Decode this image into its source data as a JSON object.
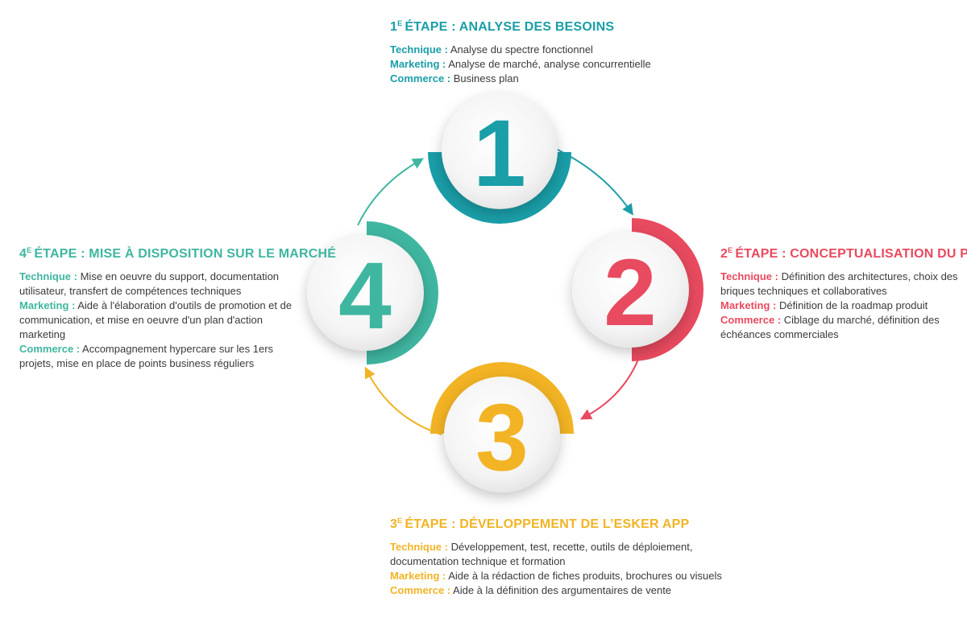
{
  "colors": {
    "teal": "#1a9ea8",
    "red": "#e84a5f",
    "yellow": "#f2b324",
    "green": "#3fb6a0"
  },
  "stages": [
    {
      "number": "1",
      "title_num": "1",
      "title_sup": "E",
      "title_text": "ÉTAPE : ANALYSE DES BESOINS",
      "lines": [
        {
          "label": "Technique :",
          "text": " Analyse du spectre fonctionnel"
        },
        {
          "label": "Marketing :",
          "text": " Analyse de marché, analyse concurrentielle"
        },
        {
          "label": "Commerce :",
          "text": " Business plan"
        }
      ]
    },
    {
      "number": "2",
      "title_num": "2",
      "title_sup": "E",
      "title_text": "ÉTAPE : CONCEPTUALISATION DU PROJET",
      "lines": [
        {
          "label": "Technique :",
          "text": " Définition des architectures, choix des briques techniques et collaboratives"
        },
        {
          "label": "Marketing :",
          "text": " Définition de la roadmap produit"
        },
        {
          "label": "Commerce :",
          "text": " Ciblage du marché, définition des échéances commerciales"
        }
      ]
    },
    {
      "number": "3",
      "title_num": "3",
      "title_sup": "E",
      "title_text": "ÉTAPE : DÉVELOPPEMENT DE L’ESKER APP",
      "lines": [
        {
          "label": "Technique :",
          "text": " Développement, test, recette, outils de déploiement, documentation technique et formation"
        },
        {
          "label": "Marketing :",
          "text": " Aide à la rédaction de fiches produits, brochures ou visuels"
        },
        {
          "label": "Commerce :",
          "text": " Aide à la définition des argumentaires de vente"
        }
      ]
    },
    {
      "number": "4",
      "title_num": "4",
      "title_sup": "E",
      "title_text": "ÉTAPE : MISE À DISPOSITION SUR LE MARCHÉ",
      "lines": [
        {
          "label": "Technique :",
          "text": " Mise en oeuvre du support, documentation utilisateur, transfert de compétences techniques"
        },
        {
          "label": "Marketing :",
          "text": " Aide à l'élaboration d'outils de promotion et de communication, et mise en oeuvre d'un plan d'action marketing"
        },
        {
          "label": "Commerce :",
          "text": " Accompagnement hypercare sur les 1ers projets, mise en place de points business réguliers"
        }
      ]
    }
  ]
}
